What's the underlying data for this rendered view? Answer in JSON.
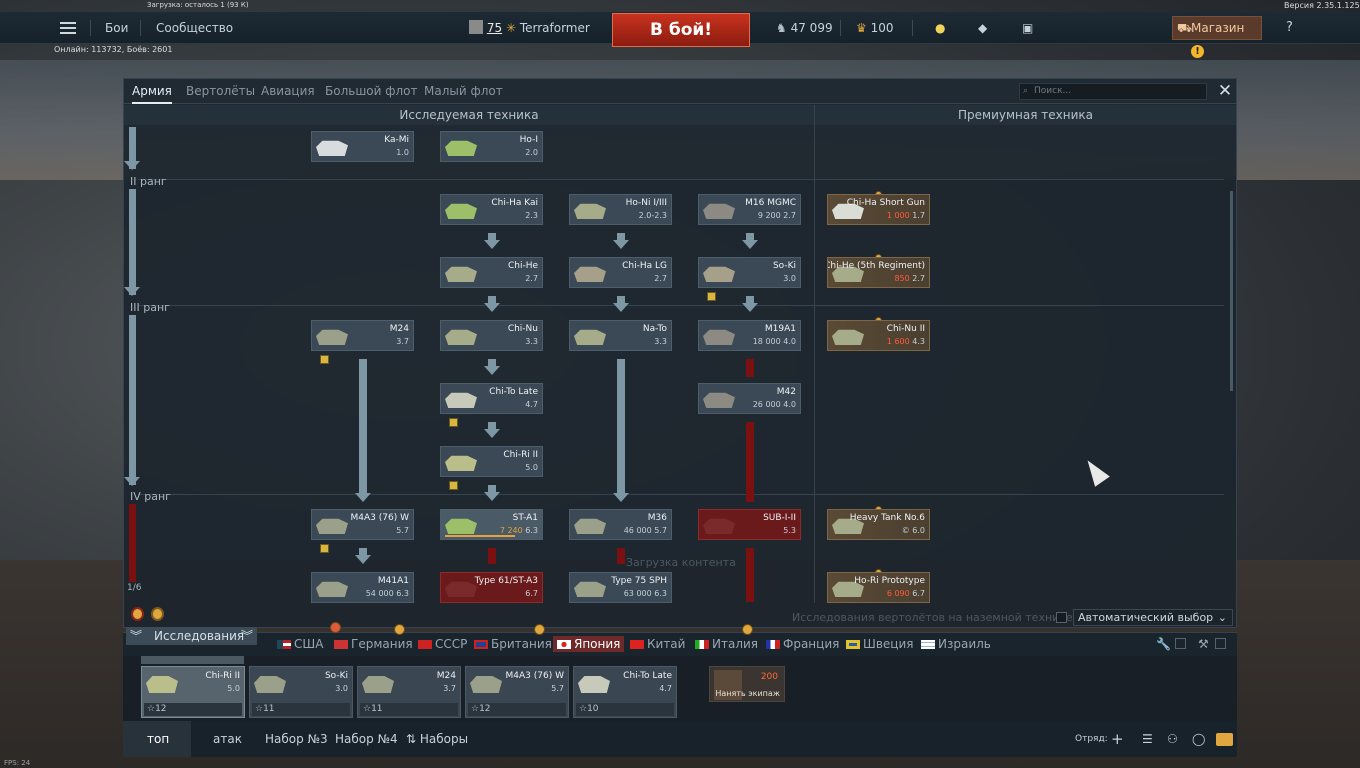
{
  "status": {
    "loading": "Загрузка: осталось 1 (93 К)",
    "version": "Версия 2.35.1.125",
    "online": "Онлайн: 113732, Боёв: 2601",
    "fps": "FPS: 24"
  },
  "topbar": {
    "battles_label": "Бои",
    "community_label": "Сообщество",
    "player_level": "75",
    "player_name": "Terraformer",
    "battle_button": "В бой!",
    "silver": "47 099",
    "gold": "100",
    "shop_label": "Магазин"
  },
  "tabs": [
    "Армия",
    "Вертолёты",
    "Авиация",
    "Большой флот",
    "Малый флот"
  ],
  "search_placeholder": "Поиск...",
  "sections": {
    "researched": "Исследуемая техника",
    "premium": "Премиумная техника"
  },
  "ranks": [
    "II ранг",
    "III ранг",
    "IV ранг"
  ],
  "rank_progress": "1/6",
  "vehicles": [
    {
      "name": "Ka-Mi",
      "br": "1.0"
    },
    {
      "name": "Ho-I",
      "br": "2.0"
    },
    {
      "name": "Chi-Ha Kai",
      "br": "2.3"
    },
    {
      "name": "Ho-Ni I/III",
      "br": "2.0-2.3"
    },
    {
      "name": "M16 MGMC",
      "cost": "9 200",
      "br": "2.7"
    },
    {
      "name": "Chi-He",
      "br": "2.7"
    },
    {
      "name": "Chi-Ha LG",
      "br": "2.7"
    },
    {
      "name": "So-Ki",
      "br": "3.0"
    },
    {
      "name": "M24",
      "br": "3.7"
    },
    {
      "name": "Chi-Nu",
      "br": "3.3"
    },
    {
      "name": "Na-To",
      "br": "3.3"
    },
    {
      "name": "M19A1",
      "cost": "18 000",
      "br": "4.0"
    },
    {
      "name": "Chi-To Late",
      "br": "4.7"
    },
    {
      "name": "M42",
      "cost": "26 000",
      "br": "4.0"
    },
    {
      "name": "Chi-Ri II",
      "br": "5.0"
    },
    {
      "name": "M4A3 (76) W",
      "br": "5.7"
    },
    {
      "name": "ST-A1",
      "cost": "7 240",
      "br": "6.3"
    },
    {
      "name": "M36",
      "cost": "46 000",
      "br": "5.7"
    },
    {
      "name": "SUB-I-II",
      "br": "5.3"
    },
    {
      "name": "M41A1",
      "cost": "54 000",
      "br": "6.3"
    },
    {
      "name": "Type 61/ST-A3",
      "br": "6.7"
    },
    {
      "name": "Type 75 SPH",
      "cost": "63 000",
      "br": "6.3"
    }
  ],
  "premium": [
    {
      "name": "Chi-Ha Short Gun",
      "cost": "1 000",
      "br": "1.7"
    },
    {
      "name": "Chi-He (5th Regiment)",
      "cost": "850",
      "br": "2.7"
    },
    {
      "name": "Chi-Nu II",
      "cost": "1 600",
      "br": "4.3"
    },
    {
      "name": "Heavy Tank No.6",
      "br": "6.0"
    },
    {
      "name": "Ho-Ri Prototype",
      "cost": "6 090",
      "br": "6.7"
    }
  ],
  "ghost": {
    "loading_content": "Загрузка контента",
    "helicopters_note": "Исследования вертолётов на наземной технике"
  },
  "auto_select": "Автоматический выбор",
  "research_tab": "Исследования",
  "nations": [
    "США",
    "Германия",
    "СССР",
    "Британия",
    "Япония",
    "Китай",
    "Италия",
    "Франция",
    "Швеция",
    "Израиль"
  ],
  "crew": [
    {
      "name": "Chi-Ri II",
      "br": "5.0",
      "num": "12"
    },
    {
      "name": "So-Ki",
      "br": "3.0",
      "num": "11"
    },
    {
      "name": "M24",
      "br": "3.7",
      "num": "11"
    },
    {
      "name": "M4A3 (76) W",
      "br": "5.7",
      "num": "12"
    },
    {
      "name": "Chi-To Late",
      "br": "4.7",
      "num": "10"
    }
  ],
  "hire": {
    "cost": "200",
    "label": "Нанять экипаж"
  },
  "bottomnav": {
    "top": "топ",
    "attack": "атак",
    "preset3": "Набор №3",
    "preset4": "Набор №4",
    "presets": "Наборы",
    "squad": "Отряд:"
  },
  "colors": {
    "accent_red": "#c8321e",
    "premium": "#e0a640",
    "research_arrow": "#7d98a4",
    "locked_arrow": "#7a1010"
  }
}
